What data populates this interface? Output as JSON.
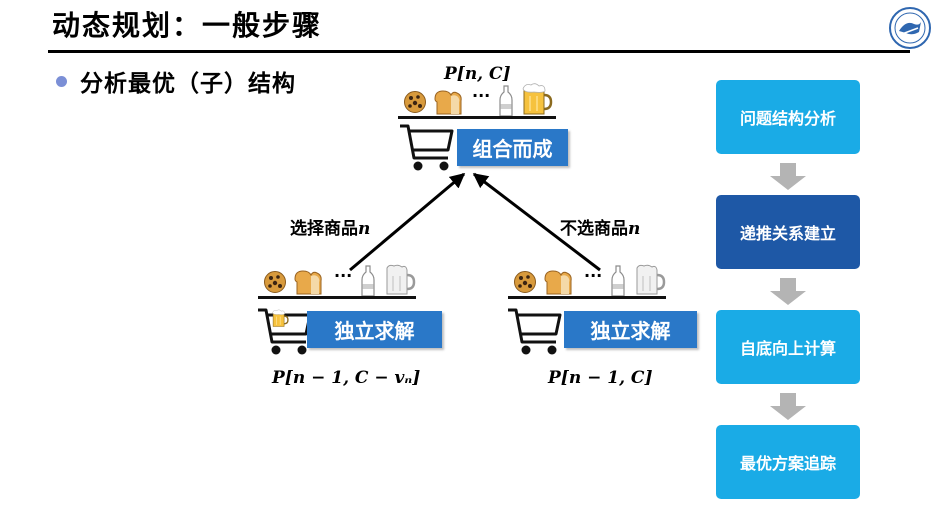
{
  "slide": {
    "title": "动态规划：一般步骤",
    "bullet": "分析最优（子）结构"
  },
  "diagram": {
    "top": {
      "formula": "P[n, C]",
      "label": "组合而成"
    },
    "left": {
      "formula": "P[n − 1, C − vₙ]",
      "label": "独立求解",
      "edge": "选择商品",
      "edge_var": "n"
    },
    "right": {
      "formula": "P[n − 1, C]",
      "label": "独立求解",
      "edge": "不选商品",
      "edge_var": "n"
    },
    "ellipsis": "···"
  },
  "steps": [
    {
      "label": "问题结构分析",
      "active": false
    },
    {
      "label": "递推关系建立",
      "active": true
    },
    {
      "label": "自底向上计算",
      "active": false
    },
    {
      "label": "最优方案追踪",
      "active": false
    }
  ],
  "colors": {
    "accent": "#2a78c8",
    "step_light": "#1aabe6",
    "step_dark": "#1e58a6",
    "arrow_gray": "#b4b4b4",
    "bullet": "#7b8fd6"
  },
  "icons": [
    "cookie-icon",
    "bread-icon",
    "bottle-icon",
    "beer-mug-icon",
    "shopping-cart-icon",
    "university-logo-icon"
  ]
}
